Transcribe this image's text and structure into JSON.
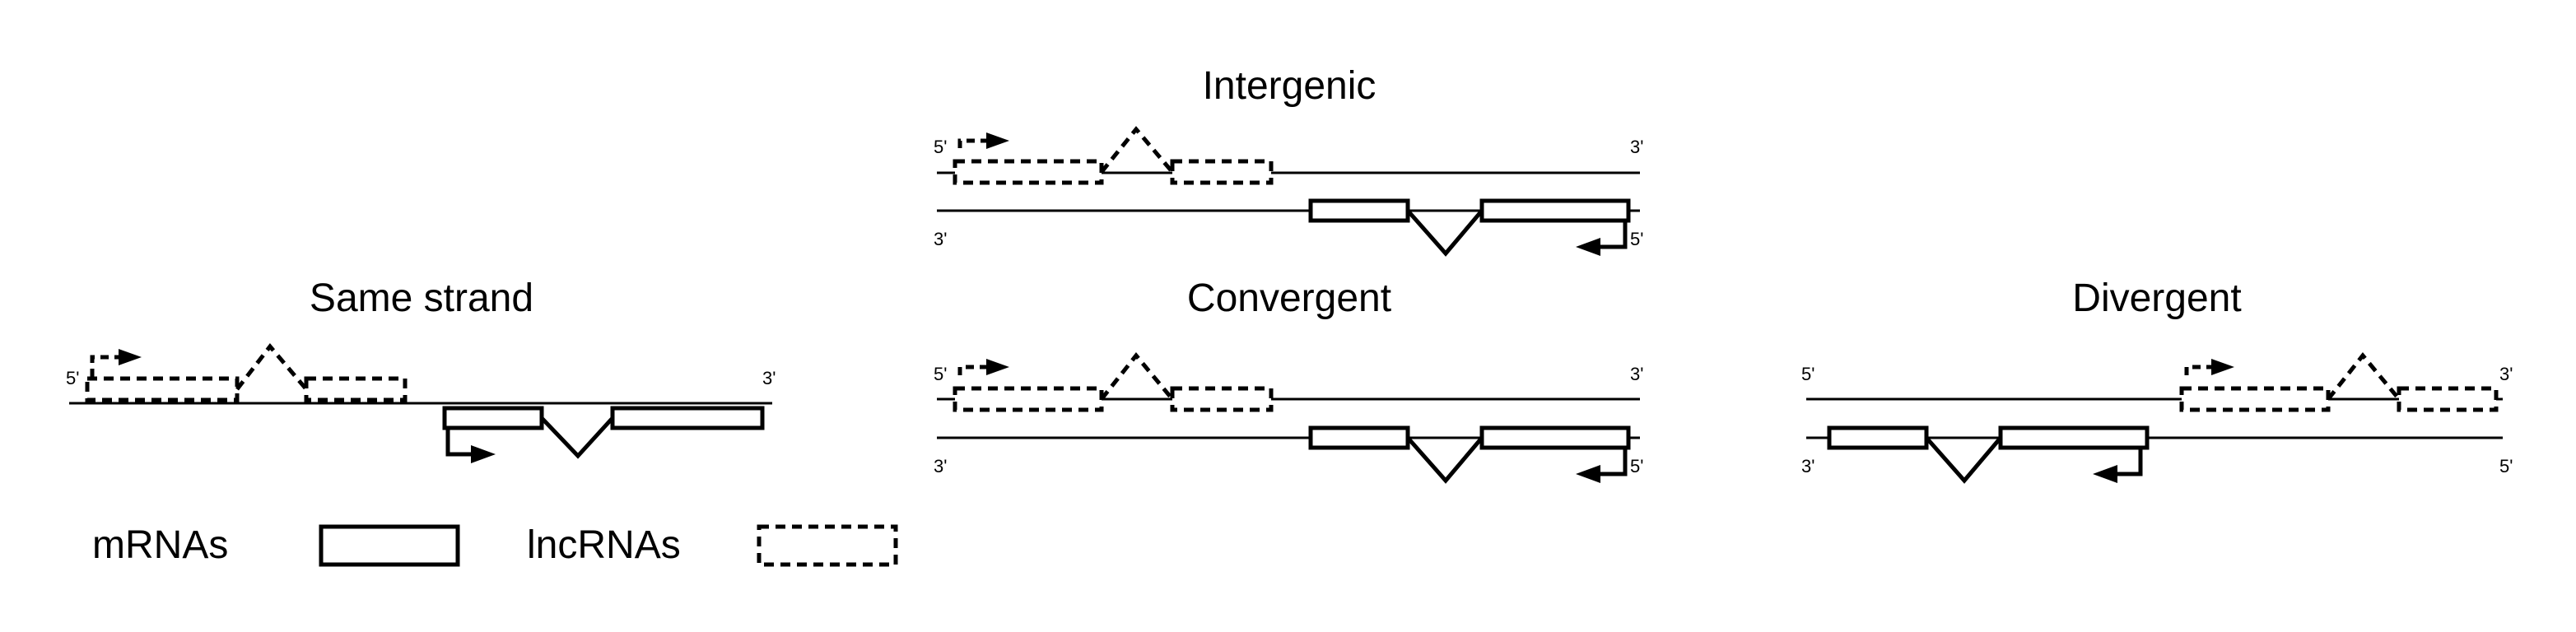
{
  "panels": [
    {
      "id": "same-strand",
      "title": "Same strand",
      "top_5": "5'",
      "top_3": "3'"
    },
    {
      "id": "intergenic",
      "title": "Intergenic",
      "top_5": "5'",
      "top_3": "3'",
      "bottom_3": "3'",
      "bottom_5": "5'"
    },
    {
      "id": "convergent",
      "title": "Convergent",
      "top_5": "5'",
      "top_3": "3'",
      "bottom_3": "3'",
      "bottom_5": "5'"
    },
    {
      "id": "divergent",
      "title": "Divergent",
      "top_5": "5'",
      "top_3": "3'",
      "bottom_3": "3'",
      "bottom_5": "5'"
    }
  ],
  "legend": {
    "mrna_label": "mRNAs",
    "lncrna_label": "lncRNAs"
  }
}
